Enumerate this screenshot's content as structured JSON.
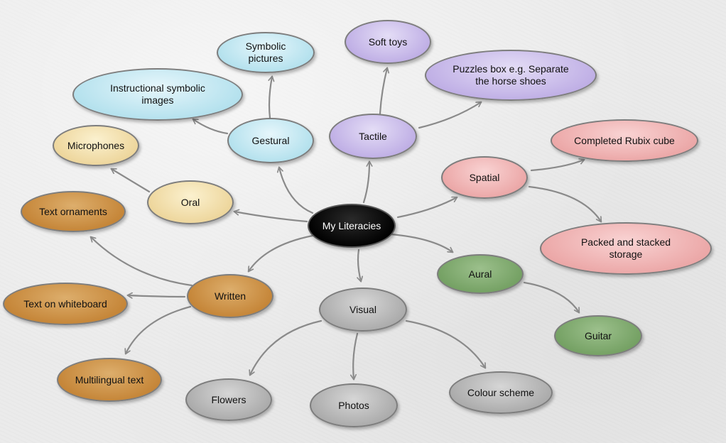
{
  "center": {
    "label": "My Literacies",
    "color": "#000000"
  },
  "branches": {
    "gestural": {
      "label": "Gestural",
      "color": "#b6e2ee",
      "children": [
        "Symbolic pictures",
        "Instructional symbolic images"
      ]
    },
    "tactile": {
      "label": "Tactile",
      "color": "#c1b1e6",
      "children": [
        "Soft toys",
        "Puzzles box e.g. Separate the horse shoes"
      ]
    },
    "spatial": {
      "label": "Spatial",
      "color": "#eca9a9",
      "children": [
        "Completed Rubix cube",
        "Packed and stacked storage"
      ]
    },
    "aural": {
      "label": "Aural",
      "color": "#76a265",
      "children": [
        "Guitar"
      ]
    },
    "visual": {
      "label": "Visual",
      "color": "#adadad",
      "children": [
        "Flowers",
        "Photos",
        "Colour scheme"
      ]
    },
    "written": {
      "label": "Written",
      "color": "#c6873a",
      "children": [
        "Text ornaments",
        "Text on whiteboard",
        "Multilingual text"
      ]
    },
    "oral": {
      "label": "Oral",
      "color": "#eed79e",
      "children": [
        "Microphones"
      ]
    }
  }
}
